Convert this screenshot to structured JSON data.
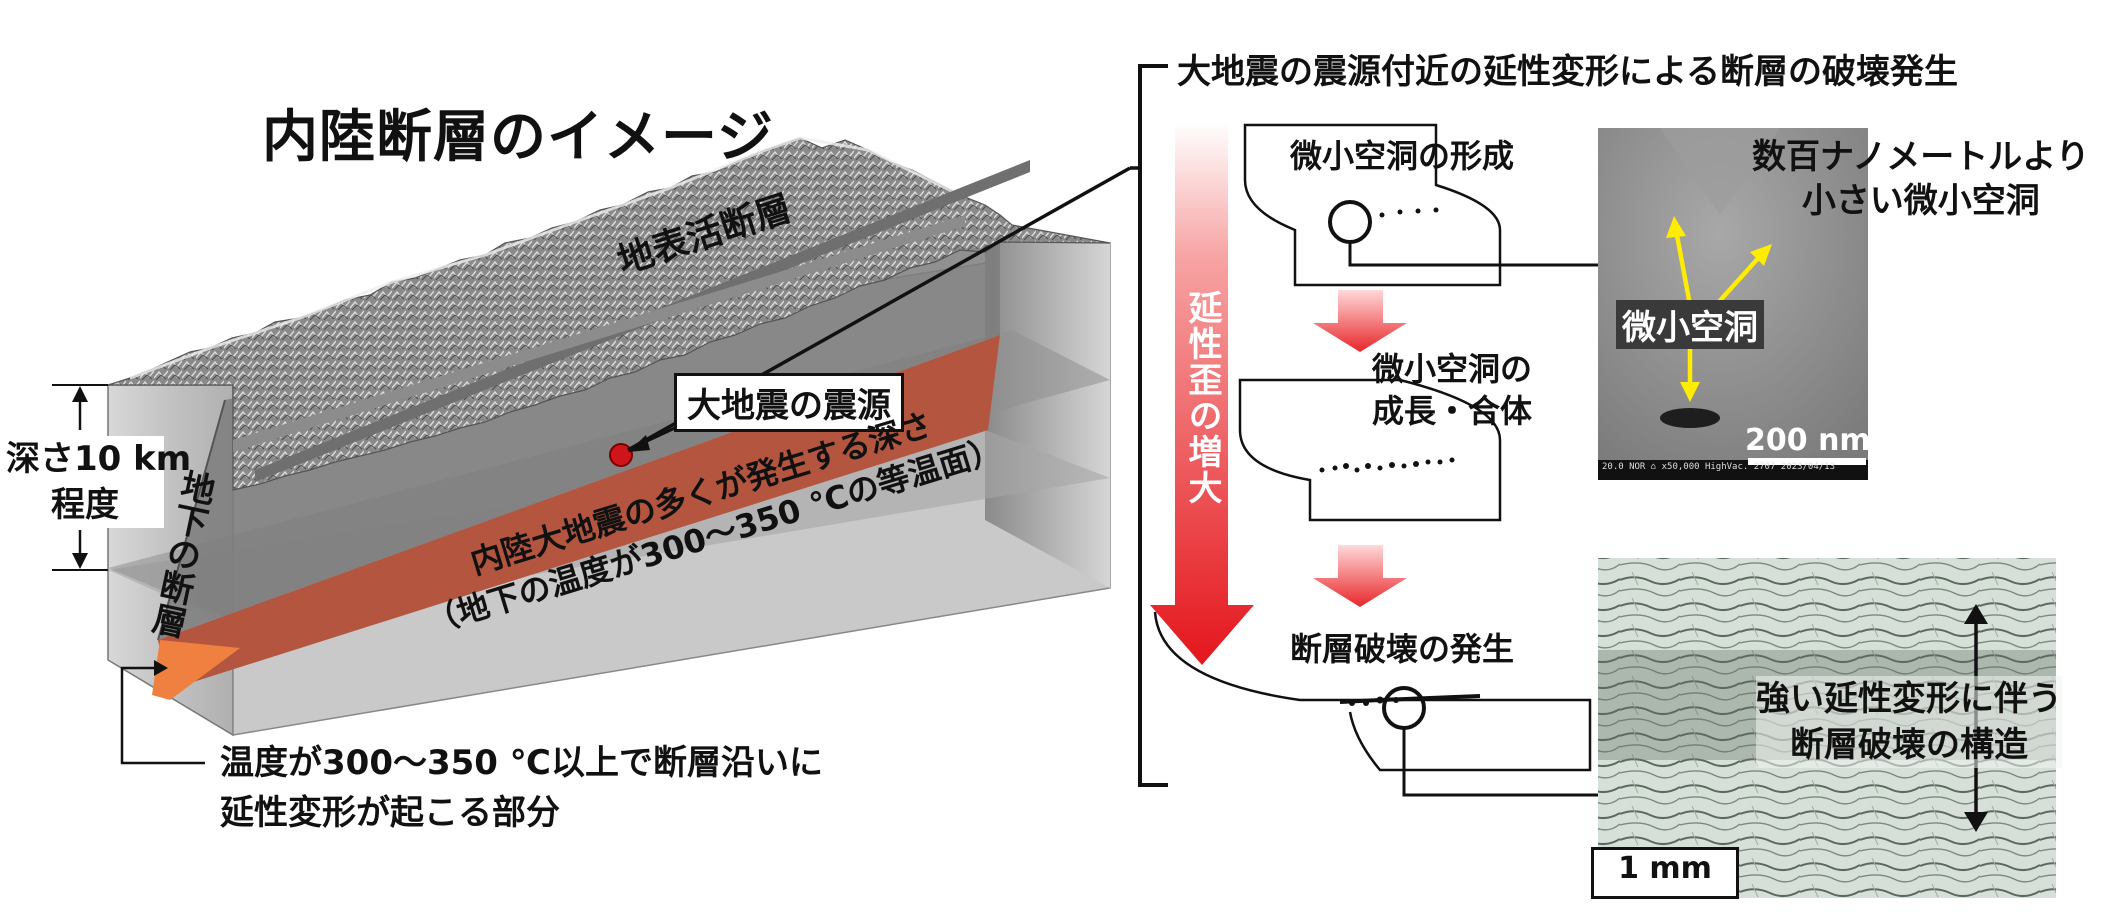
{
  "left": {
    "title": "内陸断層のイメージ",
    "surface_fault": "地表活断層",
    "hypocenter_box": "大地震の震源",
    "depth_line1": "深さ10 km",
    "depth_line2": "程度",
    "underground_fault": "地下の断層",
    "isotherm_line1": "内陸大地震の多くが発生する深さ",
    "isotherm_line2": "（地下の温度が300～350 ℃の等温面）",
    "legend_line1": "温度が300～350 ℃以上で断層沿いに",
    "legend_line2": "延性変形が起こる部分"
  },
  "right": {
    "title": "大地震の震源付近の延性変形による断層の破壊発生",
    "strain_arrow": "延性歪の増大",
    "step1": "微小空洞の形成",
    "step2_line1": "微小空洞の",
    "step2_line2": "成長・合体",
    "step3": "断層破壊の発生",
    "tem_caption_line1": "数百ナノメートルより",
    "tem_caption_line2": "小さい微小空洞",
    "tem_voids": "微小空洞",
    "tem_scale": "200 nm",
    "tem_footer": "20.0   NOR   ⌂ x50,000                   HighVac.   2707     2023/04/13",
    "micro_caption_line1": "強い延性変形に伴う",
    "micro_caption_line2": "断層破壊の構造",
    "micro_scale": "1 mm"
  },
  "colors": {
    "fault_plane": "#b4563f",
    "red_arrow": "#e8262a",
    "box_grey": "#9a9a9a",
    "tem_bg": "#8e8e8e",
    "rock_bg": "#d9e3db"
  }
}
